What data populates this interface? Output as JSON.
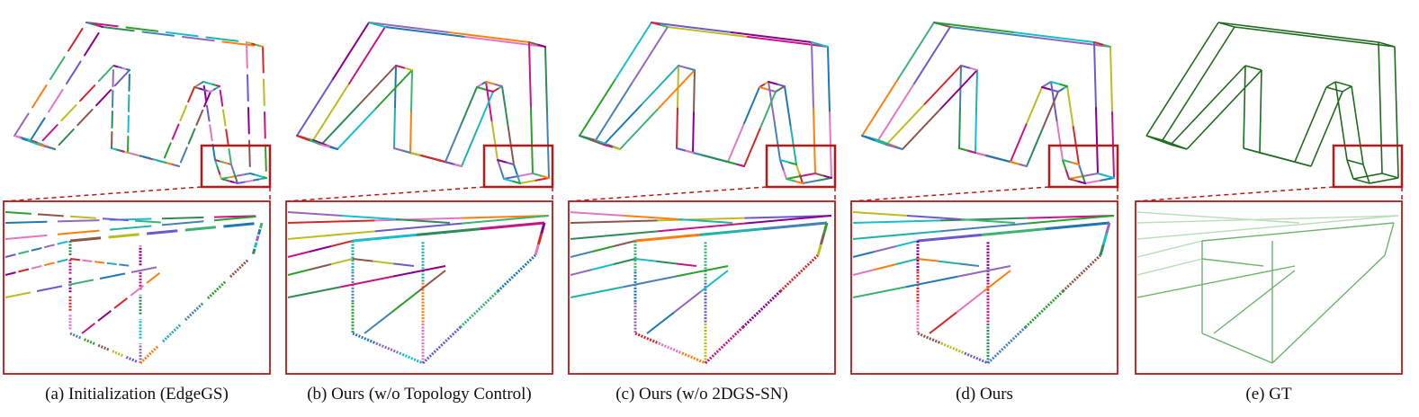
{
  "figure": {
    "panels": [
      {
        "id": "a",
        "caption": "(a) Initialization (EdgeGS)",
        "style": "fragmented"
      },
      {
        "id": "b",
        "caption": "(b) Ours (w/o Topology Control)",
        "style": "multicolor"
      },
      {
        "id": "c",
        "caption": "(c) Ours (w/o 2DGS-SN)",
        "style": "multicolor"
      },
      {
        "id": "d",
        "caption": "(d) Ours",
        "style": "multicolor"
      },
      {
        "id": "e",
        "caption": "(e) GT",
        "style": "green"
      }
    ],
    "colors": {
      "zoom_box": "#b51a1a",
      "gt_edge": "#1e6b1e",
      "gt_edge_light": "#6bb46b",
      "palette": [
        "#1f77b4",
        "#2ca02c",
        "#d62728",
        "#9467bd",
        "#8c564b",
        "#e377c2",
        "#17becf",
        "#bcbd22",
        "#ff7f0e",
        "#2e8b57",
        "#6a5acd",
        "#20b2aa",
        "#c71585",
        "#3cb371",
        "#4682b4",
        "#8b008b"
      ]
    }
  }
}
